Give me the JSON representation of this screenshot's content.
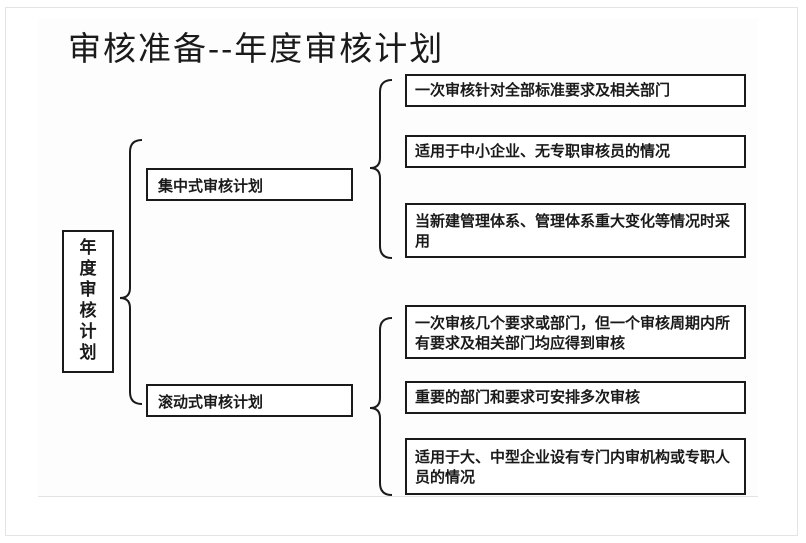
{
  "title": "审核准备--年度审核计划",
  "root": {
    "label": "年度审核计划",
    "chars": [
      "年",
      "度",
      "审",
      "核",
      "计",
      "划"
    ]
  },
  "branches": [
    {
      "label": "集中式审核计划",
      "items": [
        "一次审核针对全部标准要求及相关部门",
        "适用于中小企业、无专职审核员的情况",
        "当新建管理体系、管理体系重大变化等情况时采用"
      ]
    },
    {
      "label": "滚动式审核计划",
      "items": [
        "一次审核几个要求或部门，但一个审核周期内所有要求及相关部门均应得到审核",
        "重要的部门和要求可安排多次审核",
        "适用于大、中型企业设有专门内审机构或专职人员的情况"
      ]
    }
  ],
  "colors": {
    "line": "#1a1a1a",
    "background": "#ffffff",
    "frame": "#e4e4e4"
  }
}
